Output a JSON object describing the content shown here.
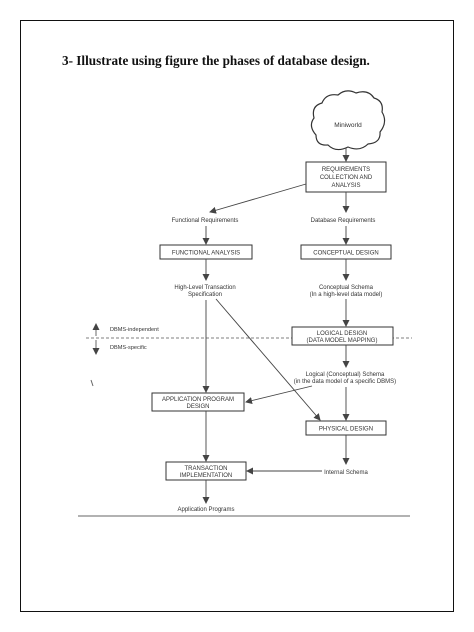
{
  "question": "3- Illustrate using figure the phases of database design.",
  "diagram": {
    "miniworld": "Miniworld",
    "requirements_box": [
      "REQUIREMENTS",
      "COLLECTION AND",
      "ANALYSIS"
    ],
    "functional_requirements": "Functional Requirements",
    "database_requirements": "Database Requirements",
    "functional_analysis": "FUNCTIONAL ANALYSIS",
    "conceptual_design": "CONCEPTUAL DESIGN",
    "high_level_spec": [
      "High-Level Transaction",
      "Specification"
    ],
    "conceptual_schema": [
      "Conceptual Schema",
      "(In a high-level data model)"
    ],
    "dbms_independent": "DBMS-independent",
    "dbms_specific": "DBMS-specific",
    "logical_design": [
      "LOGICAL DESIGN",
      "(DATA MODEL MAPPING)"
    ],
    "logical_schema": [
      "Logical (Conceptual) Schema",
      "(in the data model of a specific DBMS)"
    ],
    "application_program_design": [
      "APPLICATION PROGRAM",
      "DESIGN"
    ],
    "physical_design": "PHYSICAL DESIGN",
    "transaction_implementation": [
      "TRANSACTION",
      "IMPLEMENTATION"
    ],
    "internal_schema": "Internal Schema",
    "application_programs": "Application Programs"
  }
}
